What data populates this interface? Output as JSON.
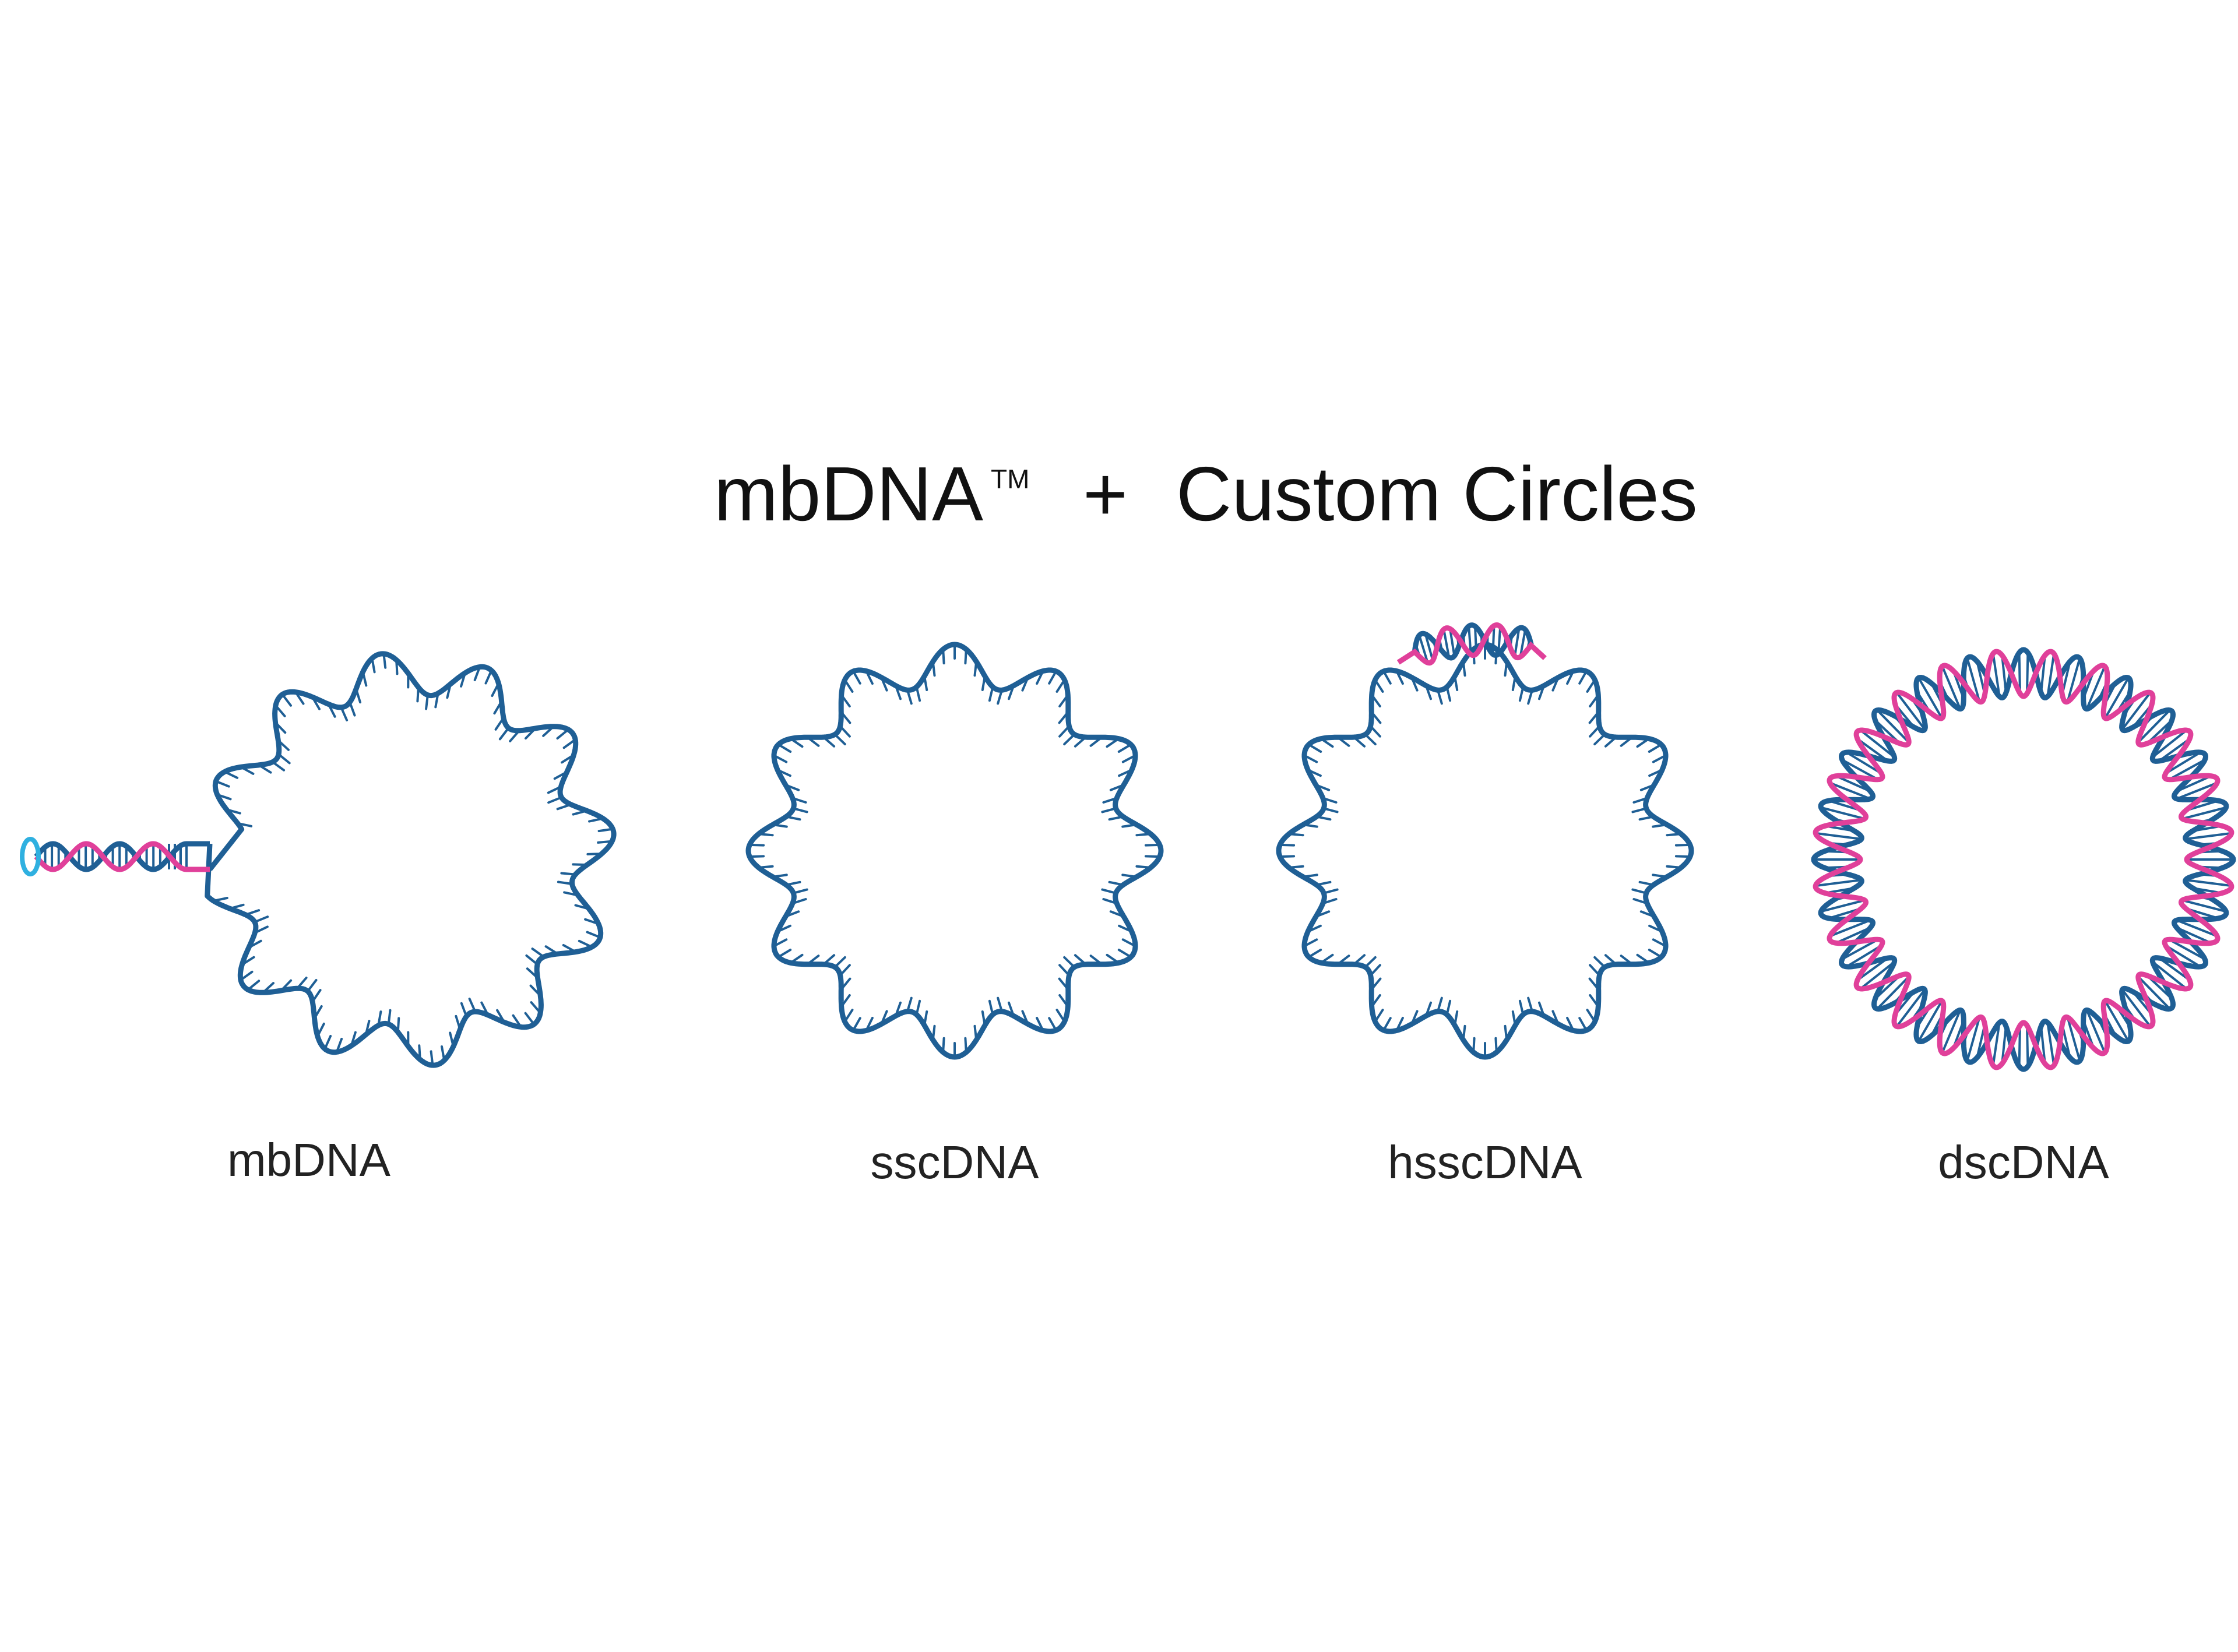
{
  "title": {
    "main": "mbDNA",
    "trademark": "TM",
    "plus": "+",
    "rest": "Custom Circles"
  },
  "colors": {
    "strand_blue": "#1f5f95",
    "strand_pink": "#e0409a",
    "hairpin_cyan": "#2fb0e0",
    "text": "#111111",
    "background": "#ffffff"
  },
  "structures": [
    {
      "id": "mbdna",
      "label": "mbDNA",
      "kind": "single-strand loop with double-stranded stem"
    },
    {
      "id": "sscdna",
      "label": "sscDNA",
      "kind": "single-stranded circle"
    },
    {
      "id": "hsscdna",
      "label": "hsscDNA",
      "kind": "single-stranded circle with short hybridized segment"
    },
    {
      "id": "dscdna",
      "label": "dscDNA",
      "kind": "double-stranded circle"
    }
  ]
}
